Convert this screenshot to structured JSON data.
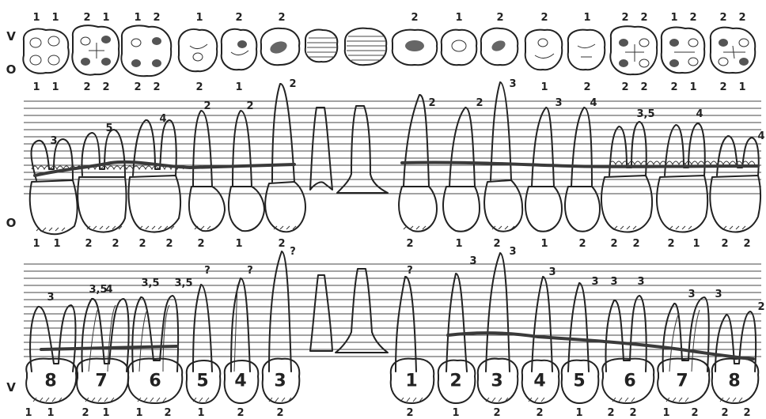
{
  "side_labels": {
    "top_v": "V",
    "top_o": "O",
    "middle_o": "O",
    "bottom_v": "V"
  },
  "crowns_top": [
    [
      "1",
      "1"
    ],
    [
      "2",
      "1"
    ],
    [
      "1",
      "2"
    ],
    [
      "1"
    ],
    [
      "2"
    ],
    [
      "2"
    ],
    [],
    [],
    [
      "2"
    ],
    [
      "1"
    ],
    [
      "2"
    ],
    [
      "2"
    ],
    [
      "1"
    ],
    [
      "2",
      "2"
    ],
    [
      "1",
      "2"
    ],
    [
      "2",
      "2"
    ]
  ],
  "crowns_bottom": [
    [
      "1",
      "1"
    ],
    [
      "2",
      "2"
    ],
    [
      "2",
      "2"
    ],
    [
      "2"
    ],
    [
      "1"
    ],
    [],
    [],
    [],
    [],
    [],
    [],
    [
      "1"
    ],
    [
      "2"
    ],
    [
      "2",
      "2"
    ],
    [
      "2",
      "1"
    ],
    [
      "2",
      "1"
    ]
  ],
  "upper_root_labels": [
    "3",
    "5",
    "4",
    "2",
    "2",
    "2",
    "2",
    "2",
    "3",
    "3",
    "4",
    "3,5",
    "4",
    "4"
  ],
  "upper_bottom_labels": [
    "1",
    "1",
    "2",
    "2",
    "2",
    "2",
    "2",
    "1",
    "2",
    "2",
    "1",
    "2",
    "1",
    "2",
    "2",
    "2",
    "2",
    "1",
    "2",
    "2"
  ],
  "lower_root_labels": [
    "3",
    "3,5",
    "4",
    "3,5",
    "3,5",
    "?",
    "?",
    "?",
    "?",
    "3",
    "3",
    "3",
    "3",
    "3",
    "3",
    "3",
    "3",
    "2"
  ],
  "lower_tooth_numbers": [
    "8",
    "7",
    "6",
    "5",
    "4",
    "3",
    "1",
    "2",
    "3",
    "4",
    "5",
    "6",
    "7",
    "8"
  ],
  "lower_bottom_labels": [
    "1",
    "1",
    "2",
    "1",
    "1",
    "2",
    "1",
    "2",
    "2",
    "2",
    "1",
    "2",
    "2",
    "1",
    "2",
    "2",
    "1",
    "2",
    "2",
    "2"
  ]
}
